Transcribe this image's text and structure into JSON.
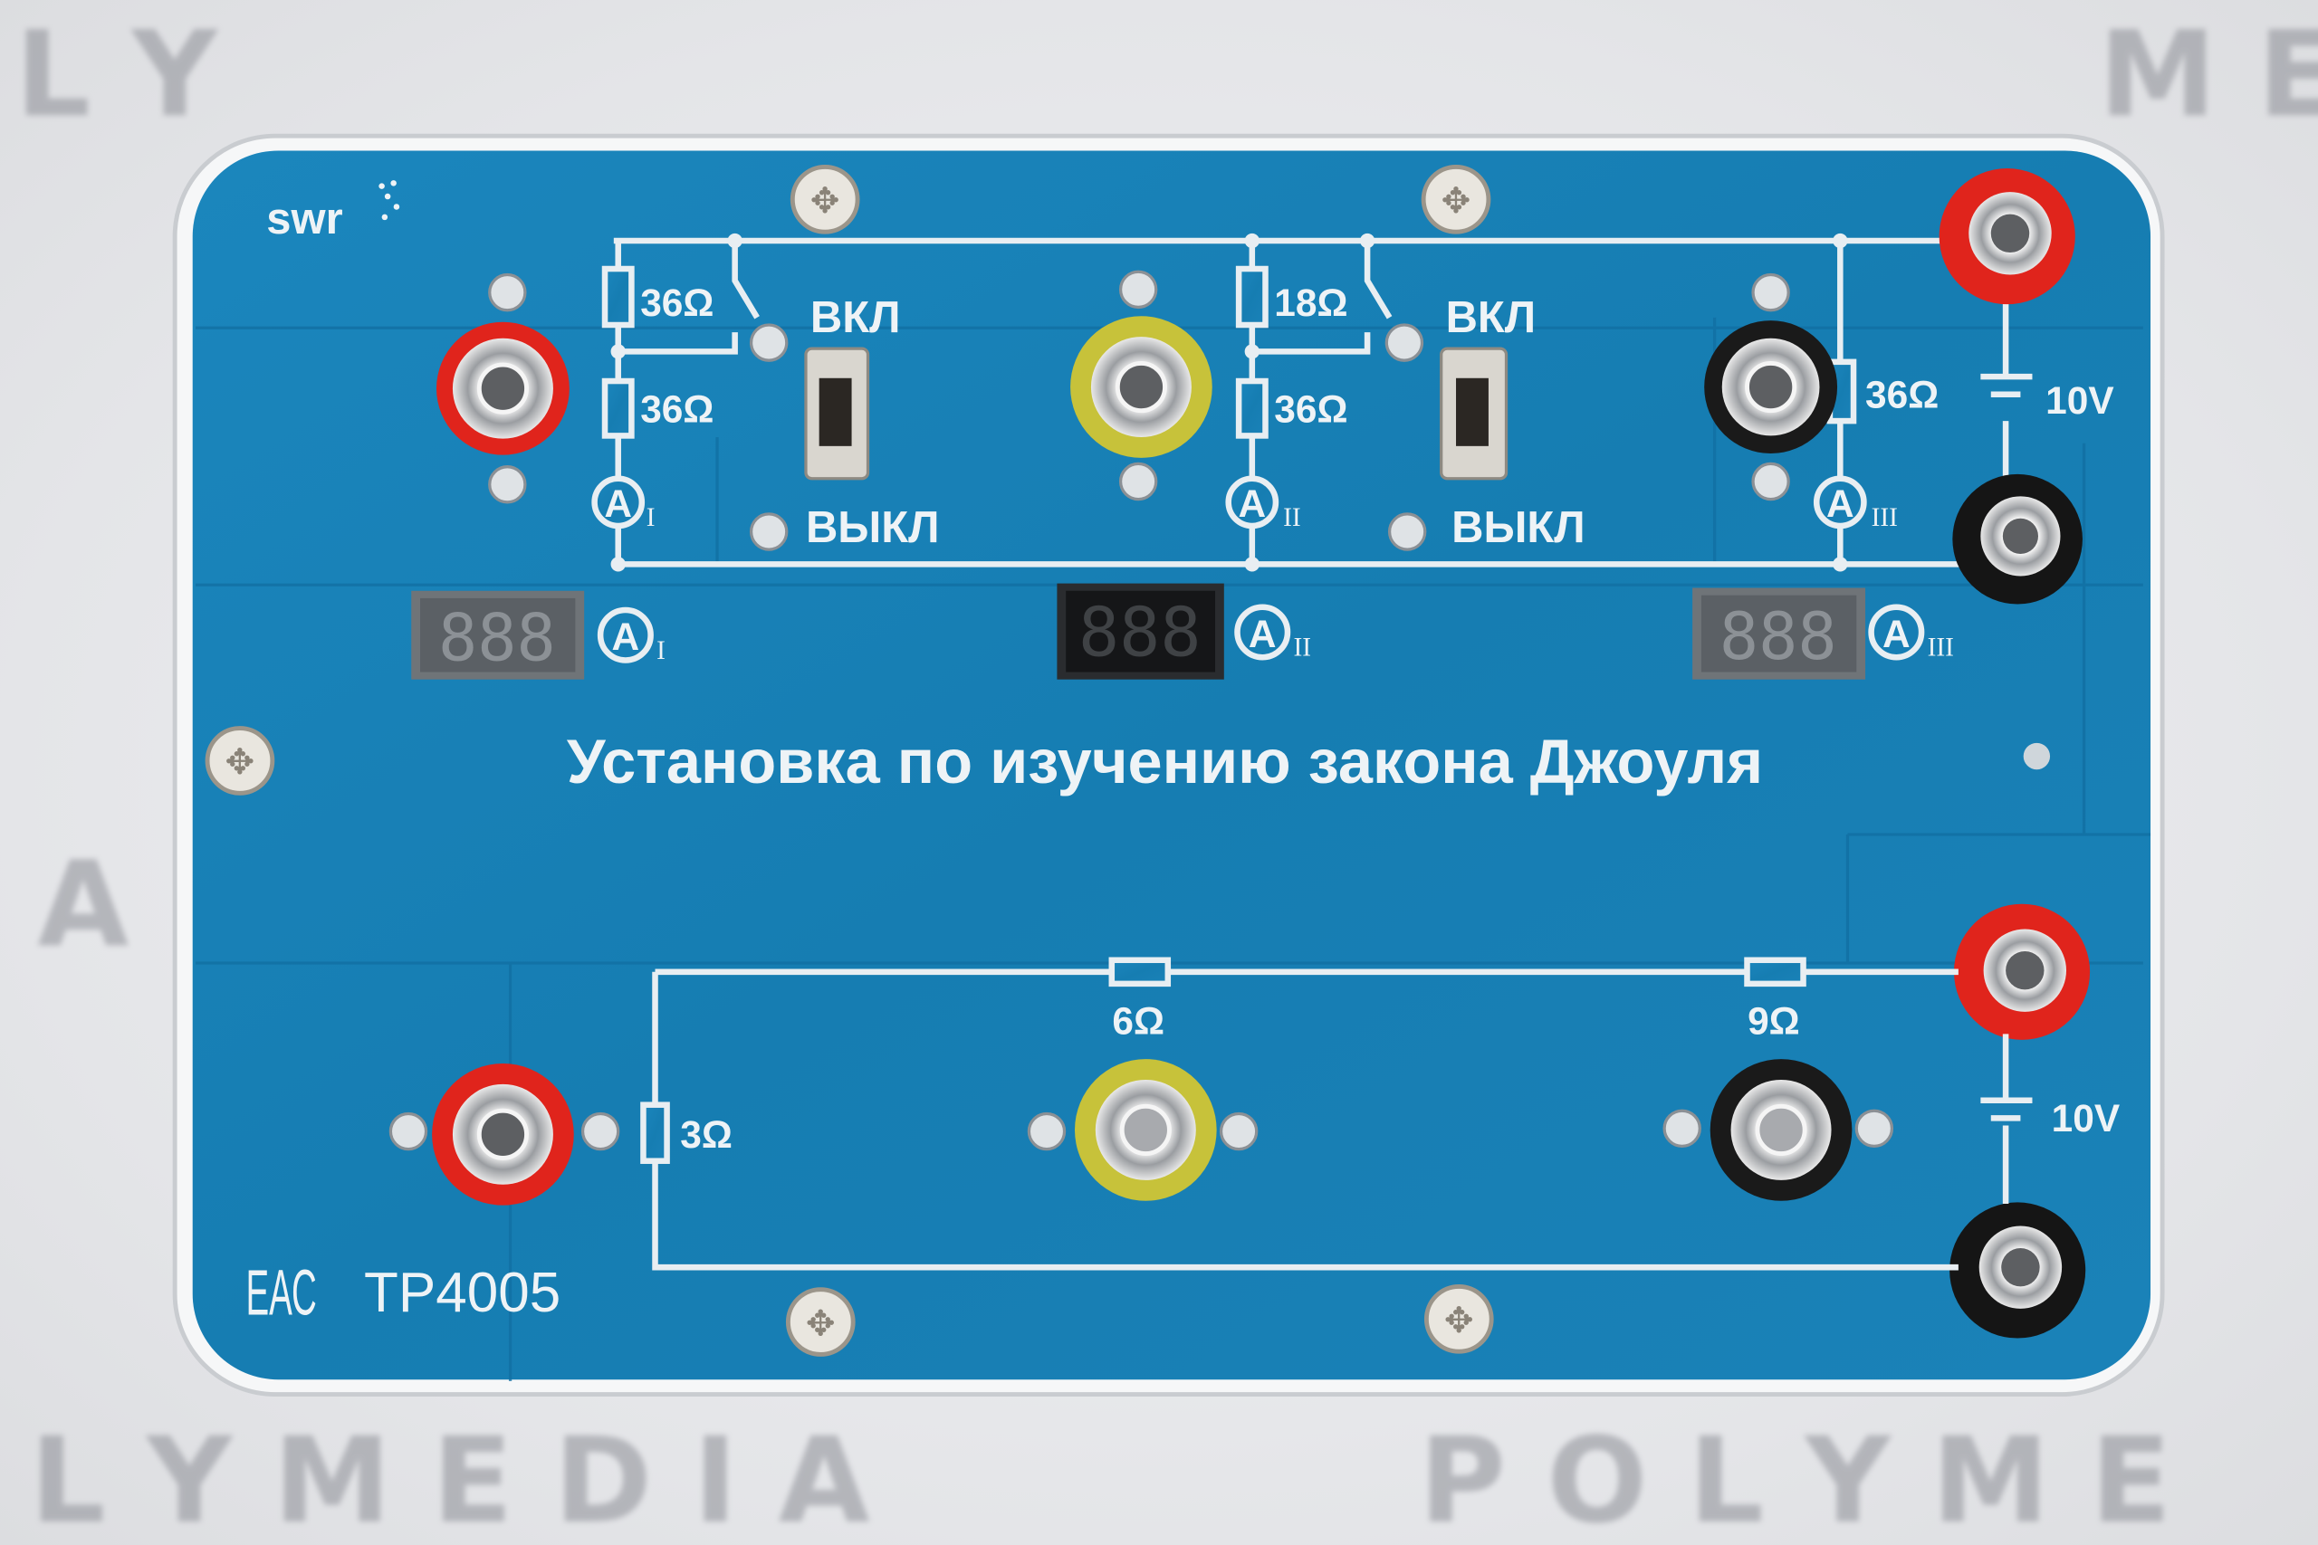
{
  "watermark": {
    "left_top": "L Y",
    "right_top": "M E",
    "left_mid": "A",
    "bottom_left": "L Y M E D I A",
    "bottom_right": "P O L Y M E"
  },
  "board": {
    "logo": "swr",
    "title": "Установка по изучению закона Джоуля",
    "certification_mark": "ЕАС",
    "model": "TP4005",
    "colors": {
      "pcb": "#1a80b6",
      "silkscreen": "#eef3f6",
      "red_jack": "#e0241c",
      "yellow_jack": "#c7c23a",
      "black_jack": "#1a1a1a"
    },
    "top_circuit": {
      "branch1": {
        "r1": "36Ω",
        "r2": "36Ω",
        "ammeter": "A",
        "index": "I",
        "switch_on": "ВКЛ",
        "switch_off": "ВЫКЛ"
      },
      "branch2": {
        "r1": "18Ω",
        "r2": "36Ω",
        "ammeter": "A",
        "index": "II",
        "switch_on": "ВКЛ",
        "switch_off": "ВЫКЛ"
      },
      "branch3": {
        "r1": "36Ω",
        "ammeter": "A",
        "index": "III"
      },
      "source": "10V"
    },
    "displays": [
      {
        "digits": "888",
        "ammeter": "A",
        "index": "I"
      },
      {
        "digits": "888",
        "ammeter": "A",
        "index": "II"
      },
      {
        "digits": "888",
        "ammeter": "A",
        "index": "III"
      }
    ],
    "bottom_circuit": {
      "r_left": "3Ω",
      "r_mid": "6Ω",
      "r_right": "9Ω",
      "source": "10V"
    }
  }
}
